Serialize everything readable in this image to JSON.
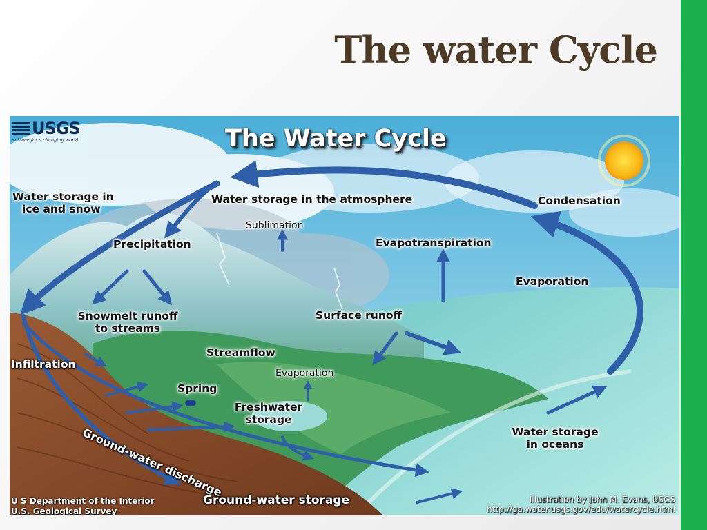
{
  "slide": {
    "title": "The water Cycle",
    "accent_color": "#1ab04b",
    "title_color": "#4e3b26"
  },
  "diagram": {
    "title": "The Water Cycle",
    "logo": {
      "text": "USGS",
      "tagline": "science for a changing world"
    },
    "labels": {
      "water_storage_ice_line1": "Water storage in",
      "water_storage_ice_line2": "ice and snow",
      "water_storage_atmosphere": "Water storage in the atmosphere",
      "condensation": "Condensation",
      "sublimation": "Sublimation",
      "precipitation": "Precipitation",
      "evapotranspiration": "Evapotranspiration",
      "evaporation_sea": "Evaporation",
      "snowmelt_line1": "Snowmelt runoff",
      "snowmelt_line2": "to streams",
      "surface_runoff": "Surface runoff",
      "infiltration": "Infiltration",
      "streamflow": "Streamflow",
      "evaporation_lake": "Evaporation",
      "spring": "Spring",
      "freshwater_line1": "Freshwater",
      "freshwater_line2": "storage",
      "groundwater_discharge": "Ground-water discharge",
      "water_storage_oceans_line1": "Water storage",
      "water_storage_oceans_line2": "in oceans",
      "groundwater_storage": "Ground-water storage"
    },
    "credits": {
      "dept_line1": "U S  Department of the Interior",
      "dept_line2": "U.S. Geological Survey",
      "illustration": "Illustration by John M. Evans, USGS",
      "url": "http://ga.water.usgs.gov/edu/watercycle.html"
    },
    "colors": {
      "arrow": "#2f5fa8",
      "sky": "#5fb9dc",
      "ocean": "#8fd4d2",
      "land": "#3f9a5c",
      "soil": "#8a4a2a",
      "sun": "#f7c21a"
    }
  }
}
